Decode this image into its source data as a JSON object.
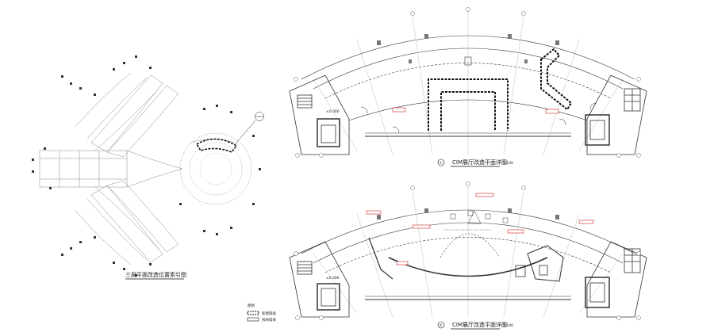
{
  "key_plan": {
    "title": "三层平面改造位置索引图"
  },
  "plan_top": {
    "title": "CIM展厅改造平面详图",
    "scale": "1:100",
    "room_number": "①",
    "elevation": "±0.000"
  },
  "plan_bottom": {
    "title": "CIM展厅改造平面详图",
    "scale": "1:100",
    "room_number": "②",
    "elevation": "±0.000"
  },
  "legend": {
    "heading": "图例",
    "items": [
      "新建隔墙",
      "拆除墙体"
    ]
  },
  "colors": {
    "line": "#333333",
    "accent": "#cc2222"
  }
}
